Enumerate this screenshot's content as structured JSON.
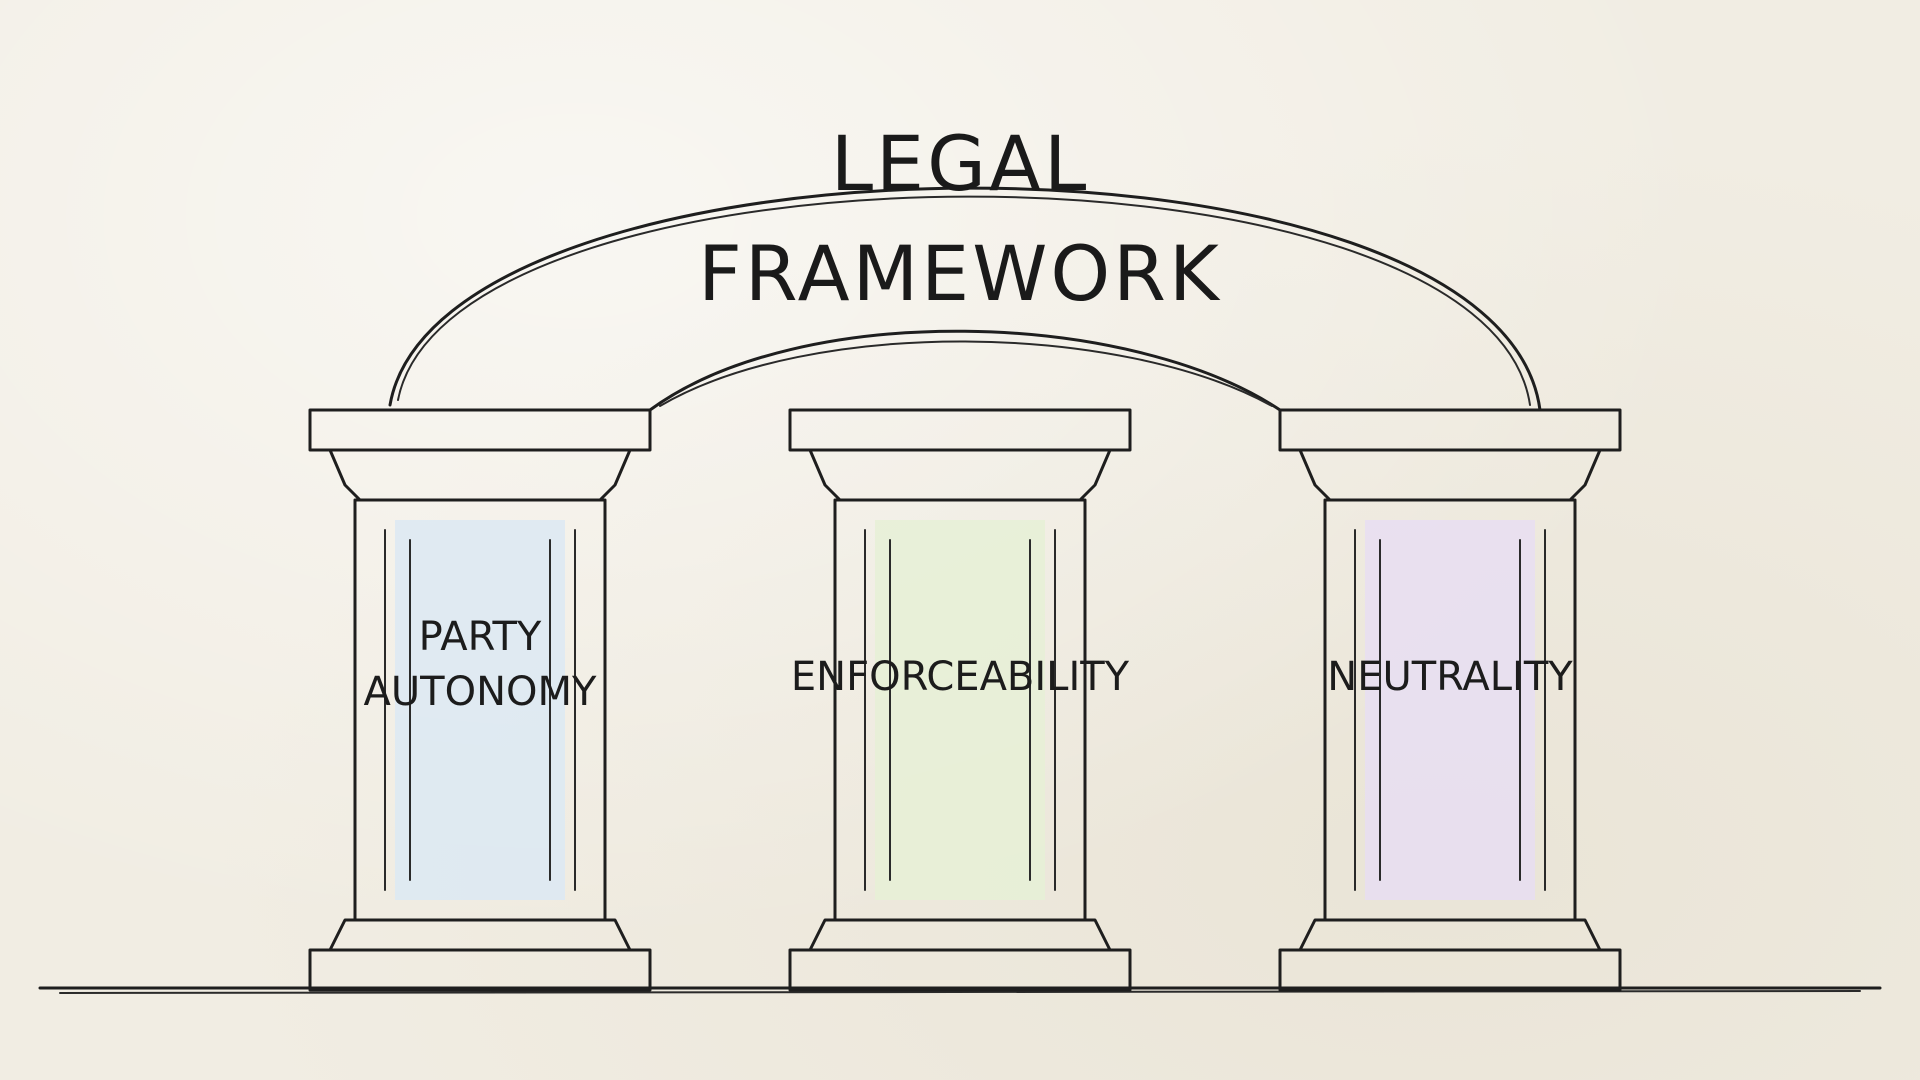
{
  "diagram": {
    "title_line1": "LEGAL",
    "title_line2": "FRAMEWORK",
    "pillars": [
      {
        "label_line1": "PARTY",
        "label_line2": "AUTONOMY",
        "color": "#a9cdea"
      },
      {
        "label_line1": "ENFORCEABILITY",
        "label_line2": "",
        "color": "#b9d98f"
      },
      {
        "label_line1": "NEUTRALITY",
        "label_line2": "",
        "color": "#b99ad6"
      }
    ]
  }
}
